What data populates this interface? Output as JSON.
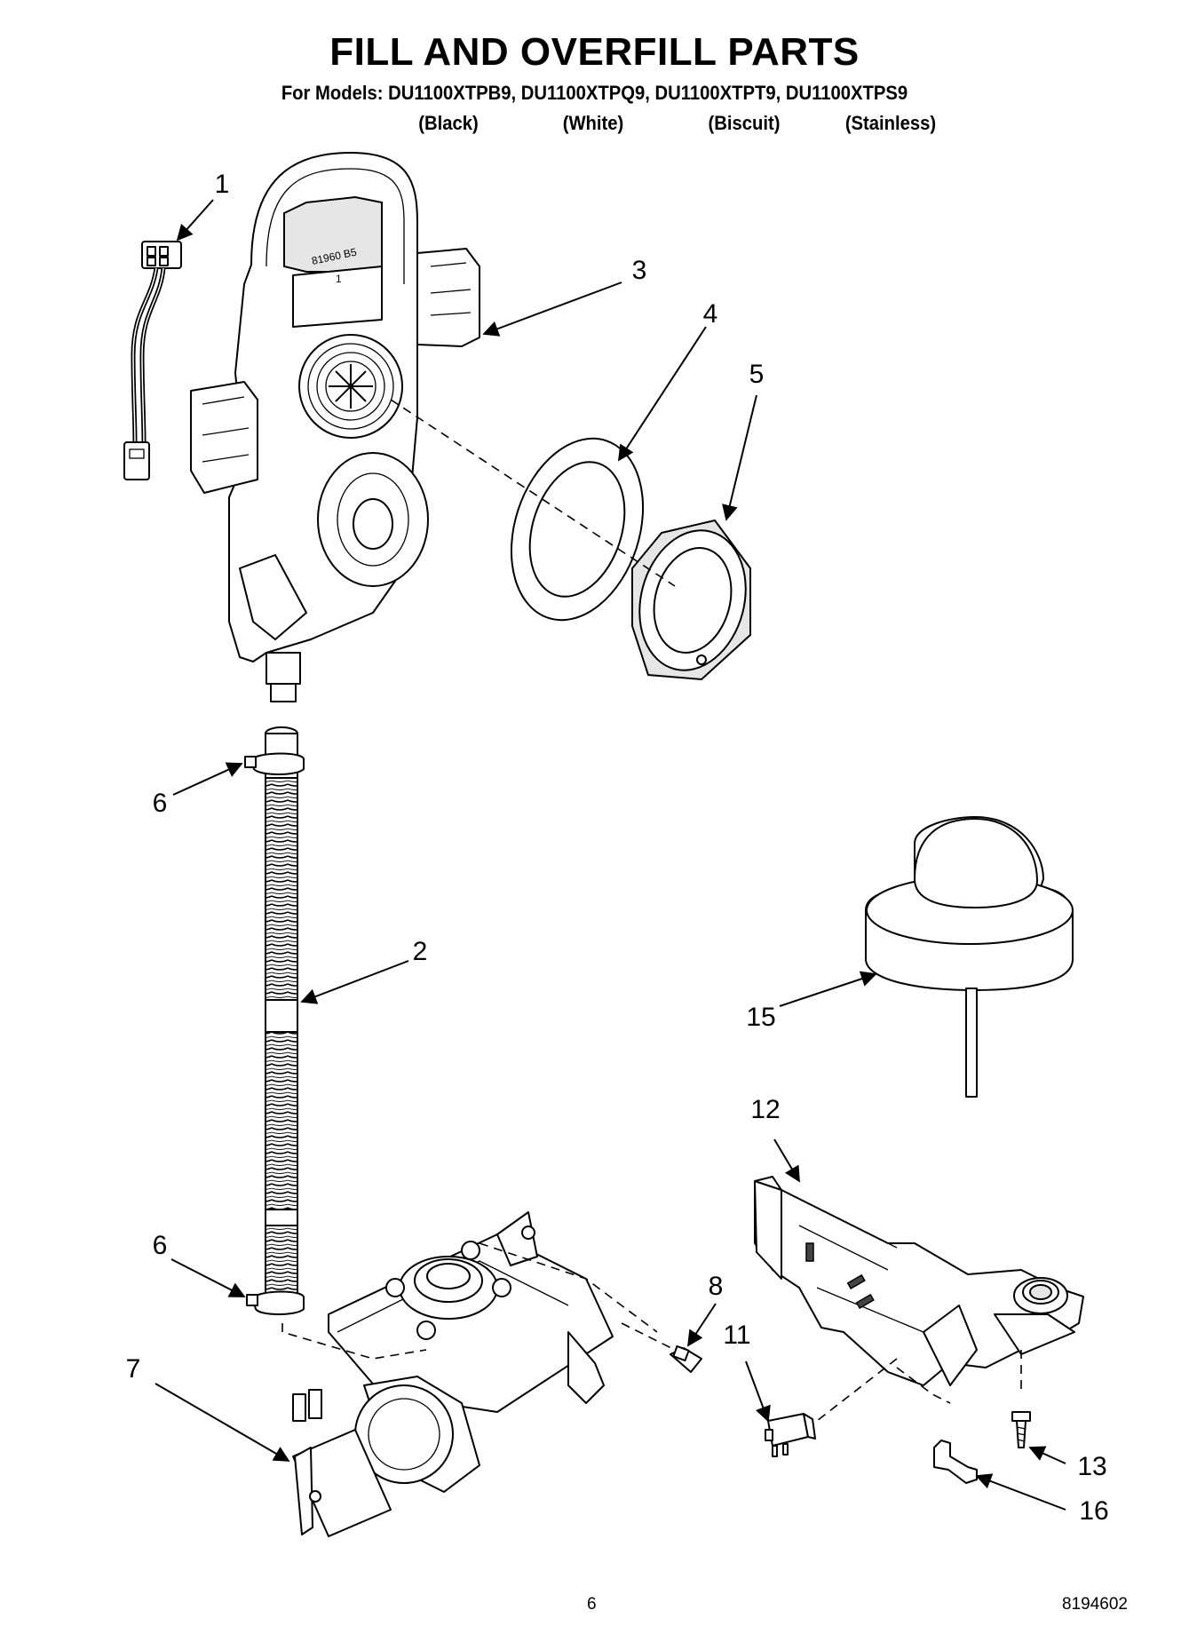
{
  "page": {
    "title": "FILL AND OVERFILL PARTS",
    "models_line": "For Models: DU1100XTPB9, DU1100XTPQ9, DU1100XTPT9, DU1100XTPS9",
    "color_labels": [
      "(Black)",
      "(White)",
      "(Biscuit)",
      "(Stainless)"
    ],
    "page_number": "6",
    "document_number": "8194602"
  },
  "diagram": {
    "housing_stamp_line1": "81960 B5",
    "housing_stamp_line2": "1",
    "callouts": [
      "1",
      "3",
      "4",
      "5",
      "6",
      "2",
      "15",
      "12",
      "6",
      "8",
      "11",
      "7",
      "13",
      "16"
    ]
  }
}
